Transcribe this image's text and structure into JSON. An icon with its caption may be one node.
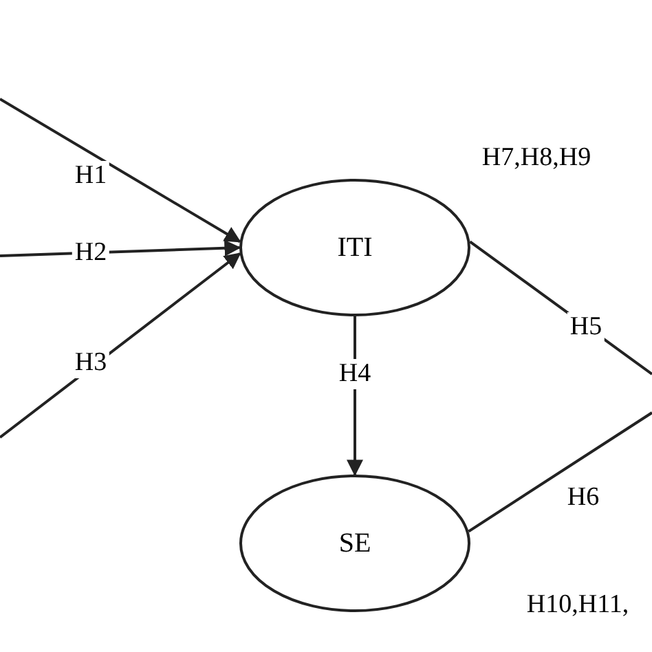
{
  "diagram": {
    "nodes": [
      {
        "text": [
          "ITI"
        ]
      },
      {
        "text": [
          "SE"
        ]
      }
    ],
    "edges": [
      {
        "from": null,
        "to": 0,
        "arrow": "to",
        "label": "H1"
      },
      {
        "from": null,
        "to": 0,
        "arrow": "to",
        "label": "H2"
      },
      {
        "from": null,
        "to": 0,
        "arrow": "to",
        "label": "H3"
      },
      {
        "from": 0,
        "to": 1,
        "arrow": "to",
        "label": "H4"
      },
      {
        "from": 0,
        "to": null,
        "arrow": "none",
        "label": "H5"
      },
      {
        "from": 1,
        "to": null,
        "arrow": "none",
        "label": "H6"
      }
    ],
    "labels": [
      "H7,H8,H9",
      "H10,H11,"
    ]
  }
}
